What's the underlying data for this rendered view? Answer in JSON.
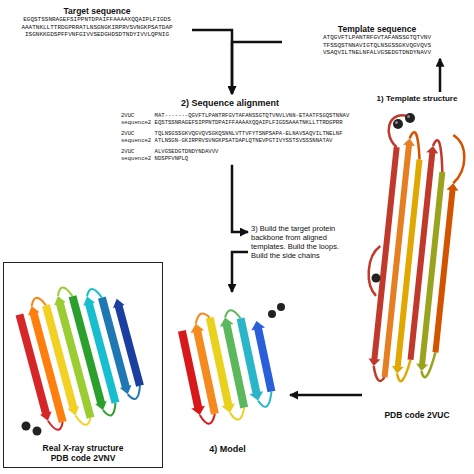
{
  "diagram": {
    "nodes": [
      {
        "text": [
          "Target sequence",
          "EGQSTSSNRAGEFSIPPNTDPAIFFAAAAXQQAIPLFIGDS AAATNKLLTTRDGPRRATLNSGNGKIRPRVSVNGKPSATDAP ISGNKKGDSPFFVNFGIVVSEDGHDSDTNDYIVVLQPNIG"
        ]
      },
      {
        "text": [
          "Template sequence",
          "ATQGVFTLPANTRFGVTAFANSSGTQTVNV TFSSQSTNNAVIGTQLNSGSSGKVQGVQVS VSAQVILTNELNFALVGSEDGTDNDYNAVV"
        ]
      },
      {
        "text": [
          "2) Sequence alignment",
          "2VUC      MAT-------QGVFTLPANTRFGVTAFANSSGTQTVNVLVNN-ETAATFSGQSTNNAV",
          "sequence2 EQSTSSNRAGEFSIPPNTDPAIFFAAAAXQQAIPLFIGDSAAATNKLLTTRDGPRR",
          "2VUC      TQLNSGSSGKVQGVQVSGKQSNNLVTTVFYTSNPSAPA-ELNAVSAQVILTNELNF",
          "sequence2 ATLNSGN-GKIRPRVSVNGKPSATDAPLQTNEVPGTIVYSSTSVSSSNNATAV",
          "2VUC      ALVGSEDGTDNDYNDAVVV",
          "sequence2 NDSPFVNPLQ"
        ]
      },
      {
        "text": [
          "3) Build the target protein backbone from aligned templates. Build the loops. Build the side chains"
        ]
      },
      {
        "text": [
          "4) Model"
        ]
      },
      {
        "text": [
          "1) Template structure",
          "PDB code 2VUC"
        ]
      },
      {
        "text": [
          "Real X-ray structure",
          "PDB code 2VNV"
        ]
      }
    ],
    "edges": [
      {
        "from": 0,
        "to": 2,
        "arrow": "to"
      },
      {
        "from": 1,
        "to": 2,
        "arrow": "to"
      },
      {
        "from": 2,
        "to": 3,
        "arrow": "to"
      },
      {
        "from": 3,
        "to": 4,
        "arrow": "to"
      },
      {
        "from": 5,
        "to": 1,
        "arrow": "to"
      },
      {
        "from": 5,
        "to": 4,
        "arrow": "to"
      }
    ]
  }
}
